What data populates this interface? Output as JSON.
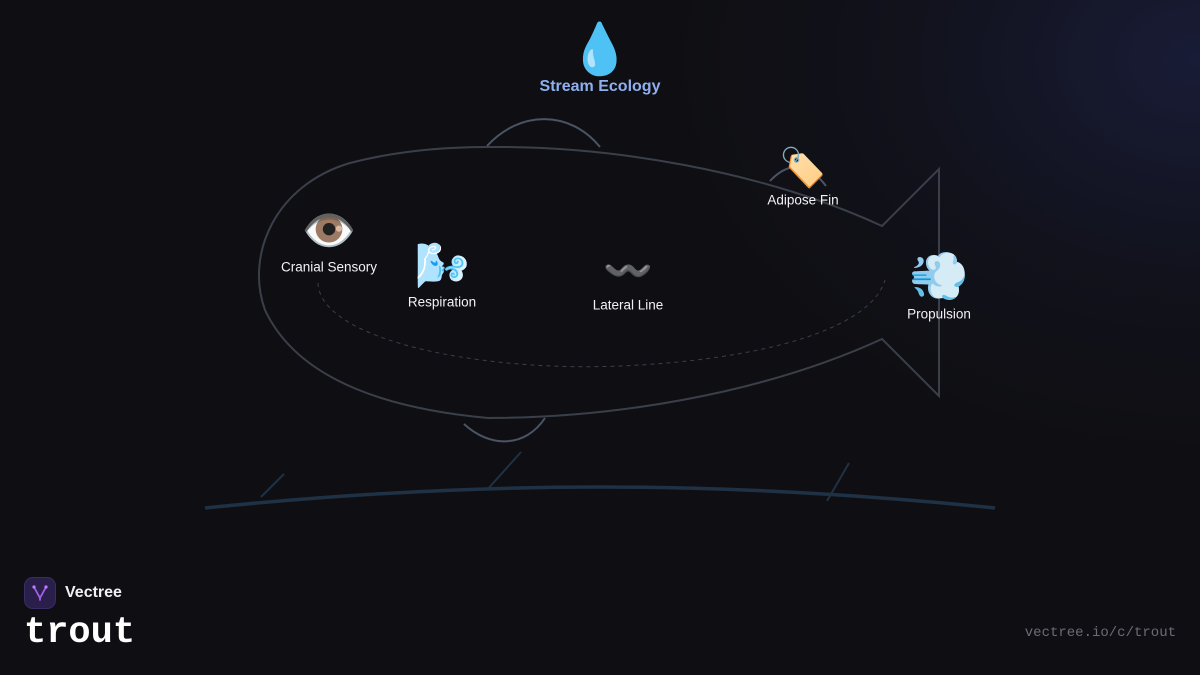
{
  "diagram": {
    "root": {
      "label": "Stream Ecology",
      "icon": "droplet-icon",
      "emoji": "💧"
    },
    "nodes": [
      {
        "label": "Cranial Sensory",
        "icon": "eye-icon",
        "emoji": "👁️"
      },
      {
        "label": "Respiration",
        "icon": "blowing-face-icon",
        "emoji": "🌬️"
      },
      {
        "label": "Lateral Line",
        "icon": "wavy-dash-icon",
        "emoji": "〰️"
      },
      {
        "label": "Adipose Fin",
        "icon": "tag-icon",
        "emoji": "🏷️"
      },
      {
        "label": "Propulsion",
        "icon": "dash-wind-icon",
        "emoji": "💨"
      }
    ]
  },
  "brand": {
    "name": "Vectree",
    "logo_icon": "vectree-logo-icon",
    "accent": "#a35fe8"
  },
  "page": {
    "title": "trout",
    "url": "vectree.io/c/trout"
  },
  "colors": {
    "background": "#0f0f13",
    "outline": "#3a3f4a",
    "root_label": "#8fb0ef",
    "node_label": "#f2f2f5"
  }
}
